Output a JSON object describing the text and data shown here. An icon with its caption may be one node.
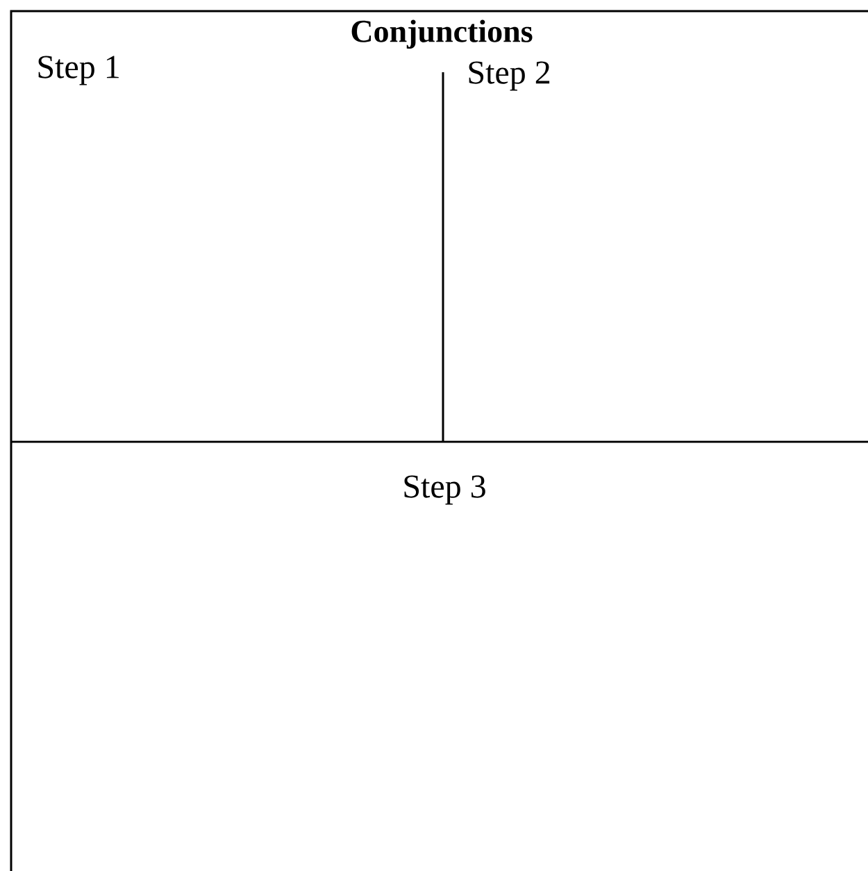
{
  "diagram": {
    "title": "Conjunctions",
    "nodes": [
      {
        "text": [
          "Step 1"
        ]
      },
      {
        "text": [
          "Step 2"
        ]
      },
      {
        "text": [
          "Step 3"
        ]
      }
    ]
  }
}
